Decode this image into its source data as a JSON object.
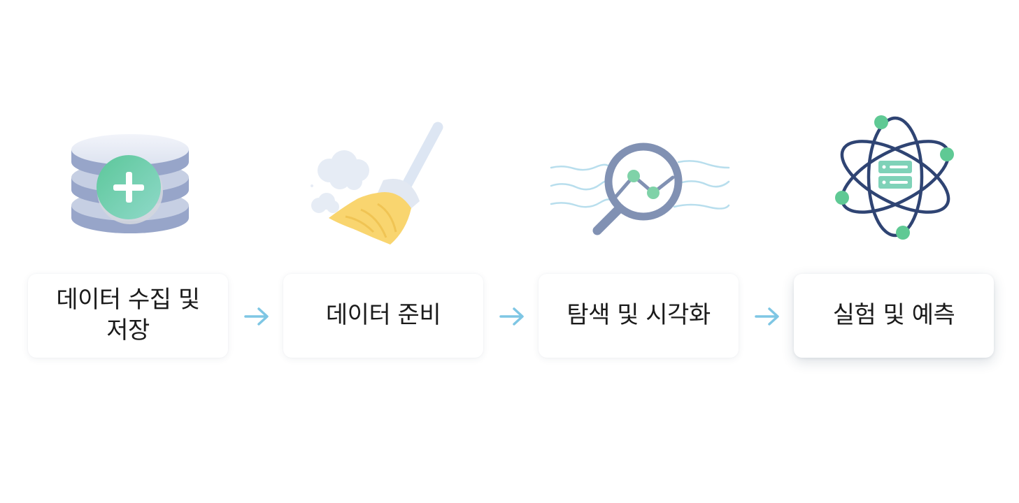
{
  "steps": [
    {
      "label": "데이터 수집 및 저장",
      "icon": "database-add-icon"
    },
    {
      "label": "데이터 준비",
      "icon": "broom-icon"
    },
    {
      "label": "탐색 및 시각화",
      "icon": "magnifier-chart-icon"
    },
    {
      "label": "실험 및 예측",
      "icon": "atom-server-icon"
    }
  ],
  "arrow_icon": "arrow-right-icon",
  "colors": {
    "disk_top": "#e8ecf6",
    "disk_side": "#97a5c9",
    "green": "#5fc994",
    "mint": "#7fd2b8",
    "broom_yellow": "#f9d56f",
    "broom_handle": "#dde6f3",
    "lens_gray": "#8191b3",
    "wave_blue": "#a9d8ea",
    "atom_navy": "#2f4473",
    "arrow_blue": "#7ec6e4",
    "label_text": "#1b1b1b"
  }
}
